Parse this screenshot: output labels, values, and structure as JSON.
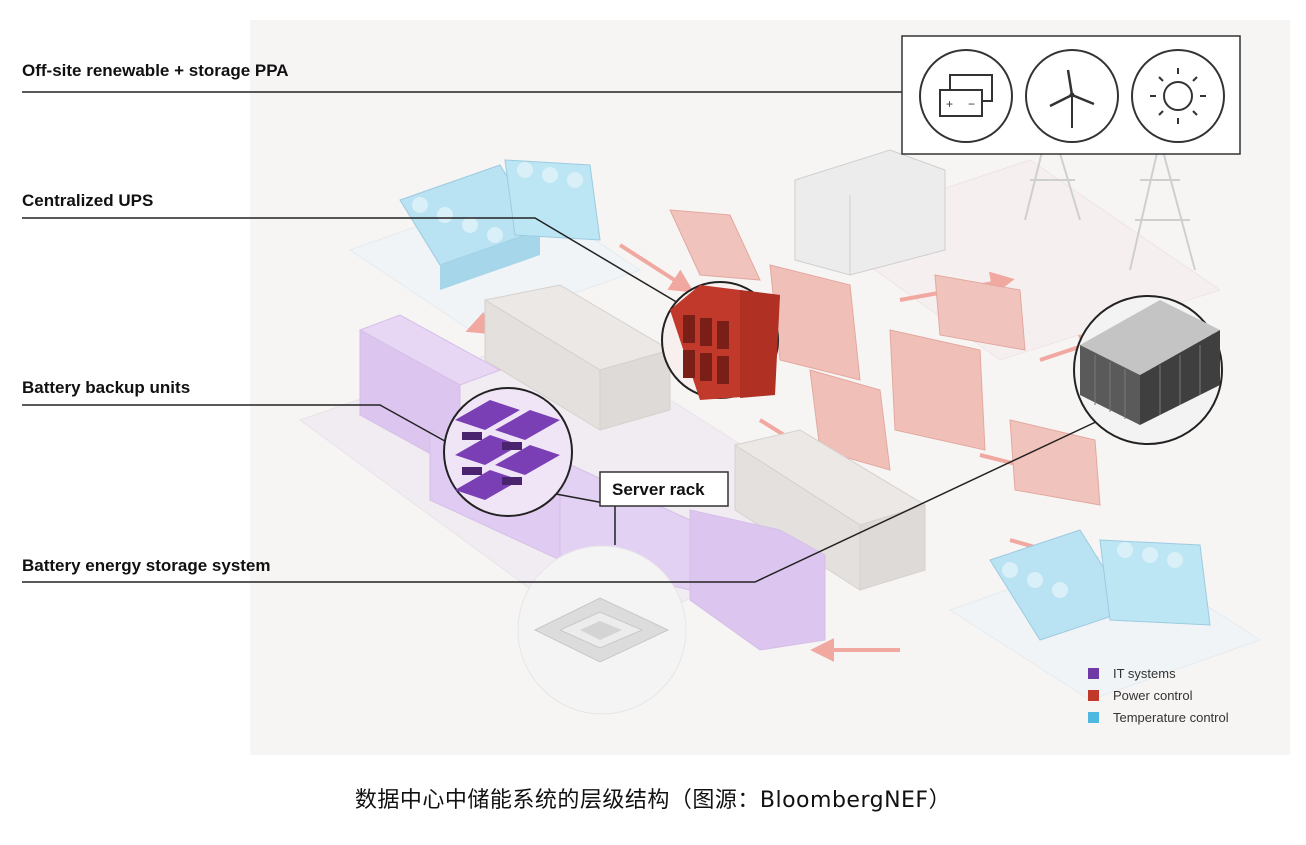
{
  "callouts": {
    "offsite_ppa": "Off-site renewable + storage PPA",
    "centralized_ups": "Centralized UPS",
    "battery_backup_units": "Battery backup units",
    "server_rack": "Server rack",
    "bess": "Battery energy storage system"
  },
  "ppa_icons": [
    "battery-icon",
    "wind-turbine-icon",
    "sun-icon"
  ],
  "legend": [
    {
      "label": "IT systems",
      "color": "#6f3aa6"
    },
    {
      "label": "Power control",
      "color": "#c0392b"
    },
    {
      "label": "Temperature control",
      "color": "#4fb8e0"
    }
  ],
  "caption": "数据中心中储能系统的层级结构（图源：BloombergNEF）"
}
